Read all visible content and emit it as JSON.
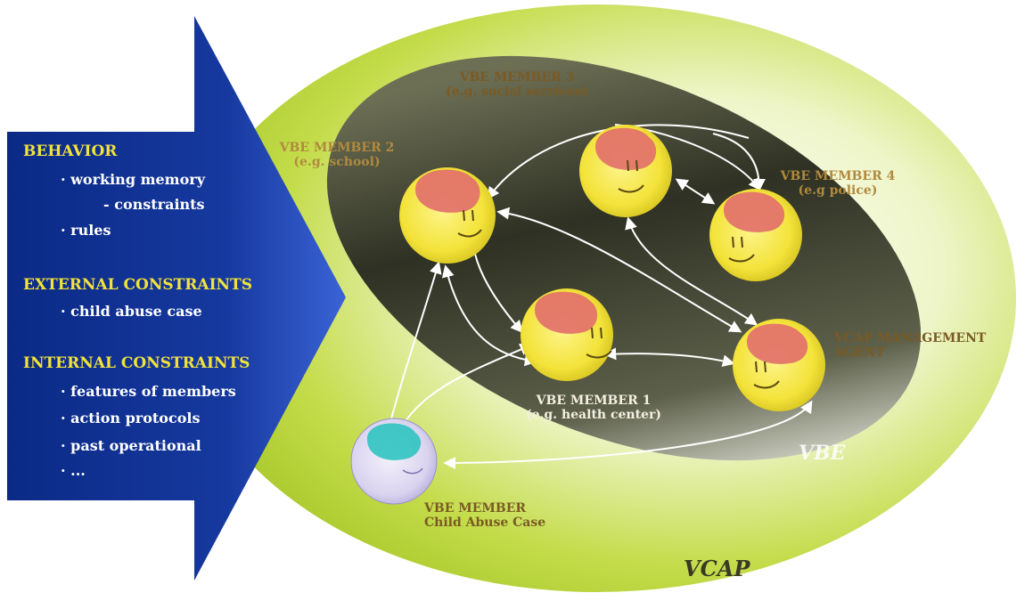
{
  "left_panel": {
    "behavior_heading": "BEHAVIOR",
    "behavior_items": [
      "· working memory",
      "- constraints",
      "· rules"
    ],
    "external_heading": "EXTERNAL CONSTRAINTS",
    "external_items": [
      "· child abuse case"
    ],
    "internal_heading": "INTERNAL CONSTRAINTS",
    "internal_items": [
      "· features of members",
      "· action protocols",
      "· past operational",
      "· ..."
    ]
  },
  "members": {
    "m1": [
      "VBE MEMBER 1",
      "(e.g. health center)"
    ],
    "m2": [
      "VBE MEMBER 2",
      "(e.g. school)"
    ],
    "m3": [
      "VBE MEMBER 3",
      "(e.g. social services)"
    ],
    "m4": [
      "VBE MEMBER 4",
      "(e.g police)"
    ],
    "agent": [
      "VCAP MANAGEMENT",
      "AGENT"
    ],
    "case": [
      "VBE MEMBER",
      "Child Abuse Case"
    ]
  },
  "region_labels": {
    "vbe": "VBE",
    "vcap": "VCAP"
  },
  "colors": {
    "arrow_dark": "#0b2a86",
    "arrow_light": "#3b63d6",
    "vcap_green": "#b8d23a",
    "vbe_dark": "#3b3f2a",
    "agent_yellow": "#f3e43a",
    "brain_red": "#e2716a",
    "case_brain": "#2fc4c0"
  }
}
